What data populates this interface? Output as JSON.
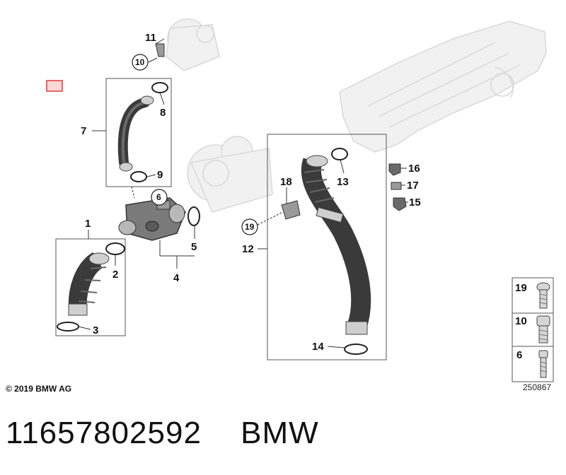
{
  "callouts": {
    "c1": "1",
    "c2": "2",
    "c3": "3",
    "c4": "4",
    "c5": "5",
    "c6": "6",
    "c7": "7",
    "c8": "8",
    "c9": "9",
    "c10": "10",
    "c11": "11",
    "c12": "12",
    "c13": "13",
    "c14": "14",
    "c15": "15",
    "c16": "16",
    "c17": "17",
    "c18": "18",
    "c19": "19"
  },
  "legend": {
    "r19": "19",
    "r10": "10",
    "r6": "6"
  },
  "copyright": "© 2019 BMW AG",
  "drawing_number": "250867",
  "footer": {
    "part_number": "11657802592",
    "brand": "BMW"
  },
  "colors": {
    "marker": "#e03a3a",
    "hose": "#3a3a3a",
    "ghost": "#e4e4e4",
    "line": "#555555"
  }
}
